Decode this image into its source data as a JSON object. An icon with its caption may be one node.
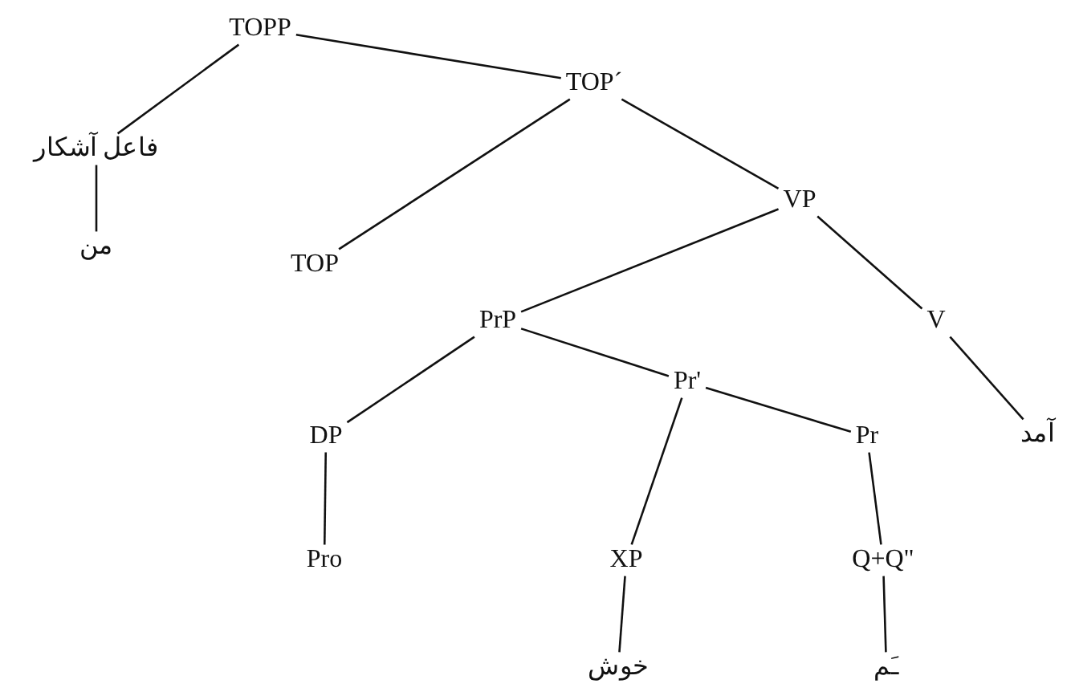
{
  "diagram": {
    "nodes": [
      {
        "text": [
          "TOPP"
        ]
      },
      {
        "text": [
          "فاعل آشکار"
        ]
      },
      {
        "text": [
          "من"
        ]
      },
      {
        "text": [
          "TOP´"
        ]
      },
      {
        "text": [
          "TOP"
        ]
      },
      {
        "text": [
          "VP"
        ]
      },
      {
        "text": [
          "PrP"
        ]
      },
      {
        "text": [
          "V"
        ]
      },
      {
        "text": [
          "آمد"
        ]
      },
      {
        "text": [
          "Pr'"
        ]
      },
      {
        "text": [
          "DP"
        ]
      },
      {
        "text": [
          "Pr"
        ]
      },
      {
        "text": [
          "Pro"
        ]
      },
      {
        "text": [
          "XP"
        ]
      },
      {
        "text": [
          "Q+Q\""
        ]
      },
      {
        "text": [
          "خوش"
        ]
      },
      {
        "text": [
          "ـَم"
        ]
      }
    ],
    "edges": [
      {
        "from": 0,
        "to": 1,
        "arrow": "none"
      },
      {
        "from": 0,
        "to": 3,
        "arrow": "none"
      },
      {
        "from": 1,
        "to": 2,
        "arrow": "none"
      },
      {
        "from": 3,
        "to": 4,
        "arrow": "none"
      },
      {
        "from": 3,
        "to": 5,
        "arrow": "none"
      },
      {
        "from": 5,
        "to": 6,
        "arrow": "none"
      },
      {
        "from": 5,
        "to": 7,
        "arrow": "none"
      },
      {
        "from": 7,
        "to": 8,
        "arrow": "none"
      },
      {
        "from": 6,
        "to": 10,
        "arrow": "none"
      },
      {
        "from": 6,
        "to": 9,
        "arrow": "none"
      },
      {
        "from": 10,
        "to": 12,
        "arrow": "none"
      },
      {
        "from": 9,
        "to": 13,
        "arrow": "none"
      },
      {
        "from": 9,
        "to": 11,
        "arrow": "none"
      },
      {
        "from": 11,
        "to": 14,
        "arrow": "none"
      },
      {
        "from": 13,
        "to": 15,
        "arrow": "none"
      },
      {
        "from": 14,
        "to": 16,
        "arrow": "none"
      }
    ]
  }
}
